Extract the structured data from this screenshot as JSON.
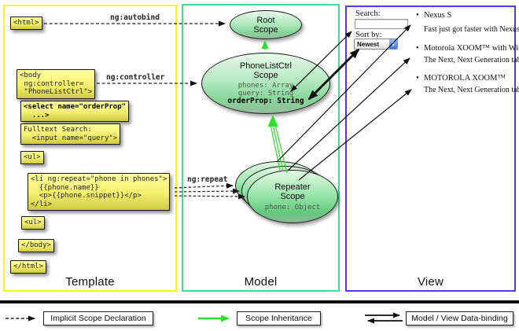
{
  "colors": {
    "template_border": "#f6f618",
    "model_border": "#40dd99",
    "view_border": "#4f3cdb",
    "scope_fill": "#9ce6ad",
    "inheritance_green": "#2ce02c",
    "code_box_yellow": "#f3ef6e"
  },
  "template_col": {
    "label": "Template",
    "boxes": {
      "html_open": "<html>",
      "body_open": "<body\n ng:controller=\n \"PhoneListCtrl\">",
      "select": "<select name=\"orderProp\"\n  ...>",
      "fulltext": "Fulltext Search:\n  <input name=\"query\">",
      "ul_open": "<ul>",
      "li_repeat": "<li ng:repeat=\"phone in phones\">\n  {{phone.name}}\n  <p>{{phone.snippet}}</p>\n</li>",
      "ul_close": "<ul>",
      "body_close": "</body>",
      "html_close": "</html>"
    }
  },
  "model_col": {
    "label": "Model",
    "root_scope": {
      "title": "Root\nScope"
    },
    "phonelist_scope": {
      "title": "PhoneListCtrl\nScope",
      "prop_phones": "phones: Array",
      "prop_query": "query: String",
      "prop_order": "orderProp: String"
    },
    "repeater_scope": {
      "title": "Repeater\nScope",
      "prop_phone": "phone: Object"
    }
  },
  "view_col": {
    "label": "View",
    "search_label": "Search:",
    "sort_label": "Sort by:",
    "sort_value": "Newest",
    "bullet": "•",
    "stepper_up": "▲",
    "stepper_down": "▼",
    "products": [
      {
        "name": "Nexus S",
        "desc": "Fast just got faster with Nexus S."
      },
      {
        "name": "Motorola XOOM™ with Wi-Fi",
        "desc": "The Next, Next Generation tablet."
      },
      {
        "name": "MOTOROLA XOOM™",
        "desc": "The Next, Next Generation tablet."
      }
    ]
  },
  "annotations": {
    "autobind": "ng:autobind",
    "controller": "ng:controller",
    "repeat": "ng:repeat"
  },
  "legend": {
    "implicit": "Implicit Scope Declaration",
    "inheritance": "Scope Inheritance",
    "binding": "Model / View Data-binding"
  }
}
